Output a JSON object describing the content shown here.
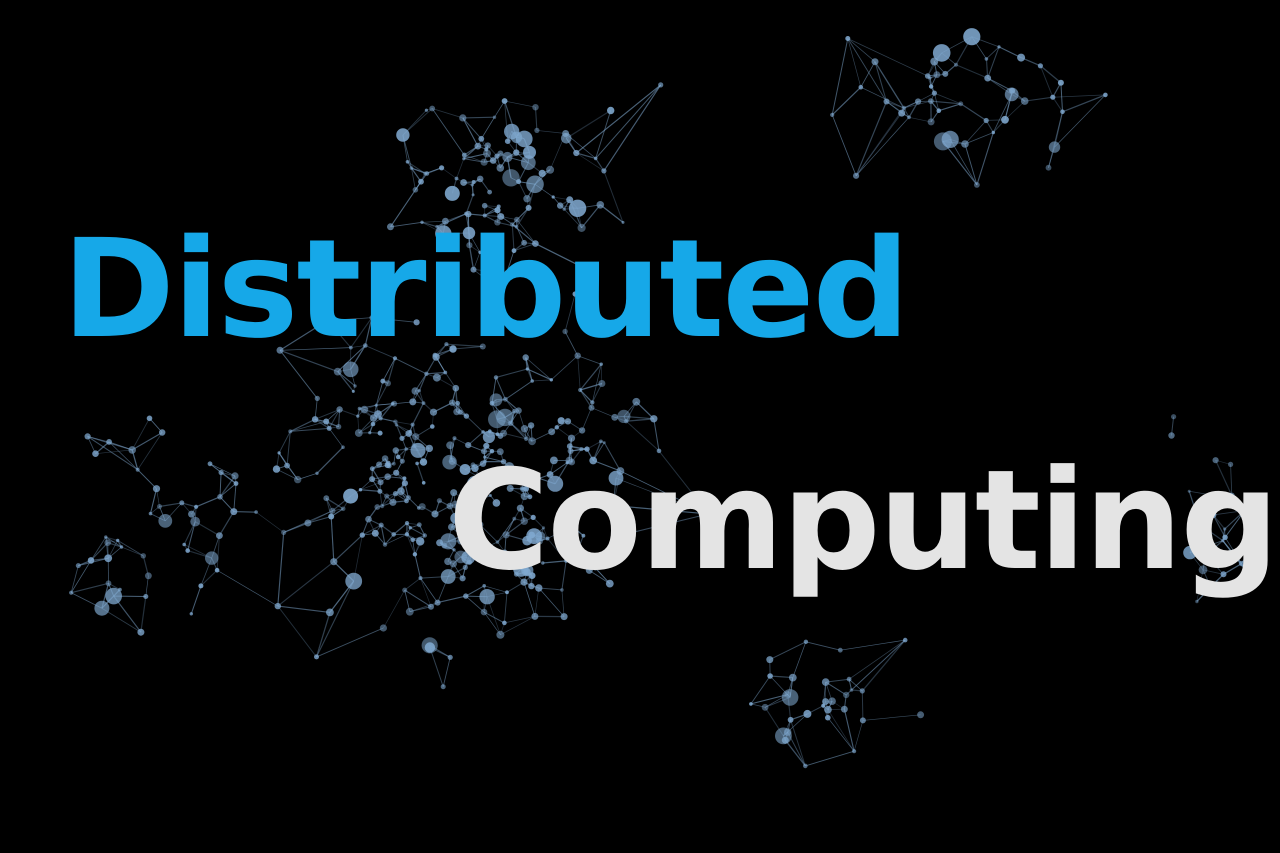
{
  "headline": {
    "line_one": "Distributed",
    "line_two": "Computing"
  },
  "colors": {
    "background": "#000000",
    "line_one": "#16a8e8",
    "line_two": "#e4e4e4",
    "network": "#7fa8cf"
  },
  "background_graphic": "network-graph"
}
